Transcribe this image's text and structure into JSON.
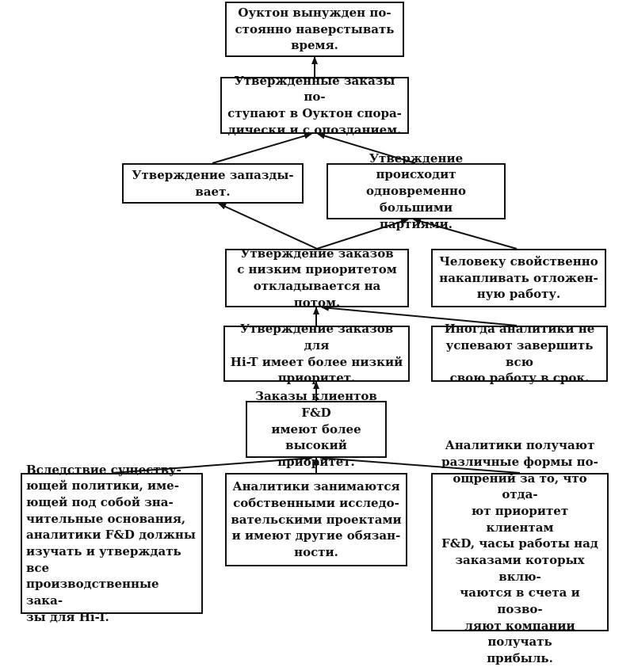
{
  "nodes": {
    "n1": "Оуктон вынужден по-\nстоянно наверстывать\nвремя.",
    "n2": "Утвержденные заказы по-\nступают в Оуктон спора-\nдически и с опозданием.",
    "n3": "Утверждение запазды-\nвает.",
    "n4": "Утверждение происходит\nодновременно большими\nпартиями.",
    "n5": "Утверждение заказов\nс низким приоритетом\nоткладывается на потом.",
    "n6": "Человеку свойственно\nнакапливать отложен-\nную работу.",
    "n7": "Утверждение заказов для\nHi-T имеет более низкий\nприоритет.",
    "n8": "Иногда аналитики не\nуспевают завершить всю\nсвою работу в срок.",
    "n9": "Заказы клиентов F&D\nимеют более высокий\nприоритет.",
    "n10": "Вследствие существу-\nющей политики, име-\nющей под собой зна-\nчительные основания,\nаналитики F&D должны\nизучать и утверждать все\nпроизводственные зака-\nзы для Hi-T.",
    "n11": "Аналитики занимаются\nсобственными исследо-\nвательскими проектами\nи имеют другие обязан-\nности.",
    "n12": "Аналитики получают\nразличные формы по-\nощрений за то, что отда-\nют приоритет клиентам\nF&D, часы работы над\nзаказами которых вклю-\nчаются в счета и позво-\nляют компании получать\nприбыль."
  }
}
